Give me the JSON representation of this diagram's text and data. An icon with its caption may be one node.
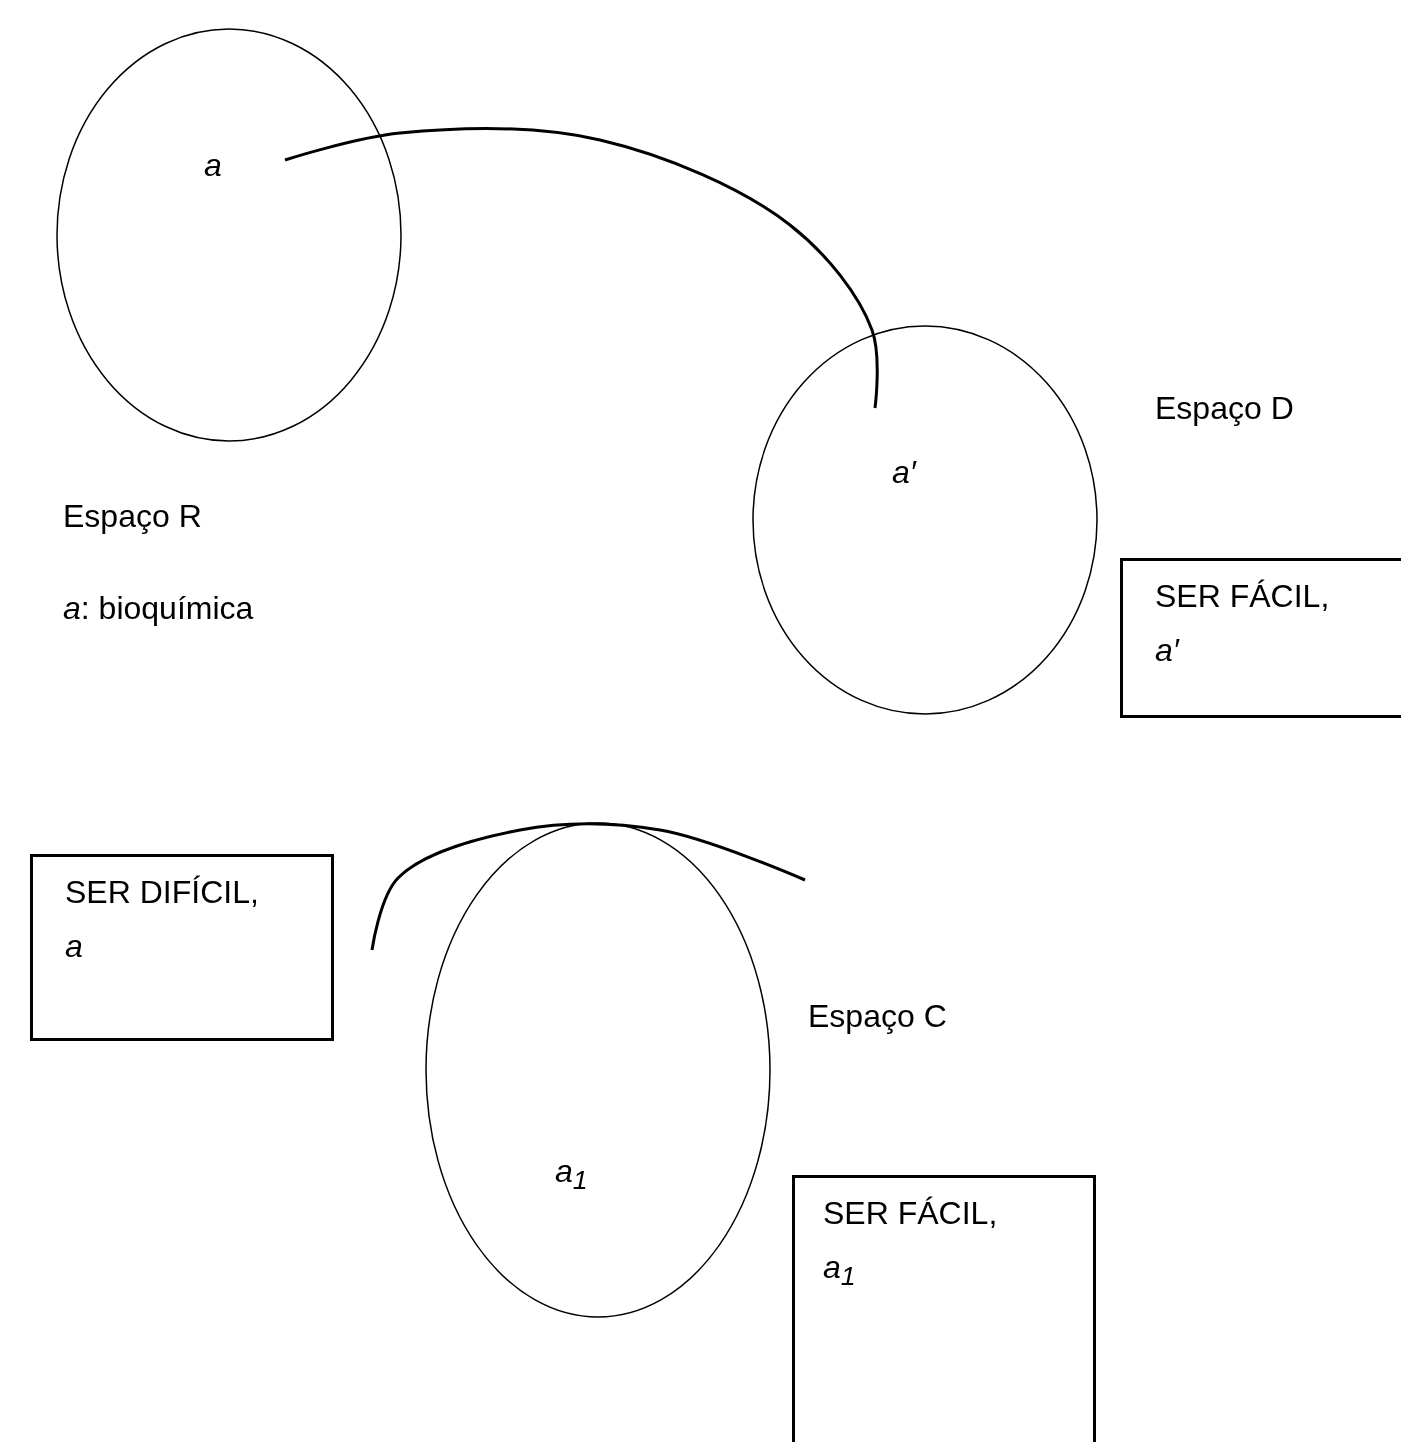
{
  "diagram": {
    "nodes": [
      {
        "text": [
          "a"
        ]
      },
      {
        "text": [
          "a′"
        ]
      },
      {
        "text": [
          "SER FÁCIL, *a′*"
        ]
      },
      {
        "text": [
          "SER DIFÍCIL, *a*"
        ]
      },
      {
        "text": [
          "a$_{1}$"
        ]
      },
      {
        "text": [
          "SER FÁCIL, *a*$_{1}$"
        ]
      }
    ],
    "edges": [
      {
        "from": 0,
        "to": 1,
        "arrow": "none"
      },
      {
        "from": 3,
        "to": null,
        "arrow": "none"
      }
    ],
    "labels": [
      "Espaço D",
      "Espaço R",
      "*a*: bioquímica",
      "Espaço C"
    ]
  }
}
